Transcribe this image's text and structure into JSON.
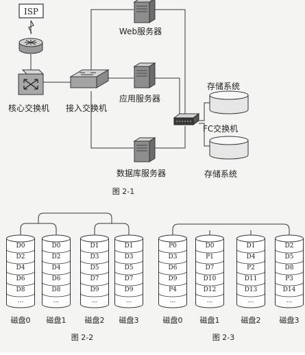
{
  "figure1": {
    "caption": "图 2-1",
    "isp_label": "ISP",
    "core_switch_label": "核心交换机",
    "access_switch_label": "接入交换机",
    "web_server_label": "Web服务器",
    "app_server_label": "应用服务器",
    "db_server_label": "数据库服务器",
    "fc_switch_label": "FC交换机",
    "storage_top_label": "存储系统",
    "storage_bottom_label": "存储系统"
  },
  "figure2": {
    "caption": "图 2-2",
    "disks": [
      {
        "label": "磁盘0",
        "blocks": [
          "D0",
          "D2",
          "D4",
          "D6",
          "D8",
          "..."
        ]
      },
      {
        "label": "磁盘1",
        "blocks": [
          "D0",
          "D2",
          "D4",
          "D6",
          "D8",
          "..."
        ]
      },
      {
        "label": "磁盘2",
        "blocks": [
          "D1",
          "D3",
          "D5",
          "D7",
          "D9",
          "..."
        ]
      },
      {
        "label": "磁盘3",
        "blocks": [
          "D1",
          "D3",
          "D5",
          "D7",
          "D9",
          "..."
        ]
      }
    ]
  },
  "figure3": {
    "caption": "图 2-3",
    "disks": [
      {
        "label": "磁盘0",
        "blocks": [
          "P0",
          "D3",
          "D6",
          "D9",
          "P4",
          "..."
        ]
      },
      {
        "label": "磁盘1",
        "blocks": [
          "D0",
          "P1",
          "D7",
          "D10",
          "D12",
          "..."
        ]
      },
      {
        "label": "磁盘2",
        "blocks": [
          "D1",
          "D4",
          "P2",
          "D11",
          "D13",
          "..."
        ]
      },
      {
        "label": "磁盘3",
        "blocks": [
          "D2",
          "D5",
          "D8",
          "P3",
          "D14",
          "..."
        ]
      }
    ]
  }
}
